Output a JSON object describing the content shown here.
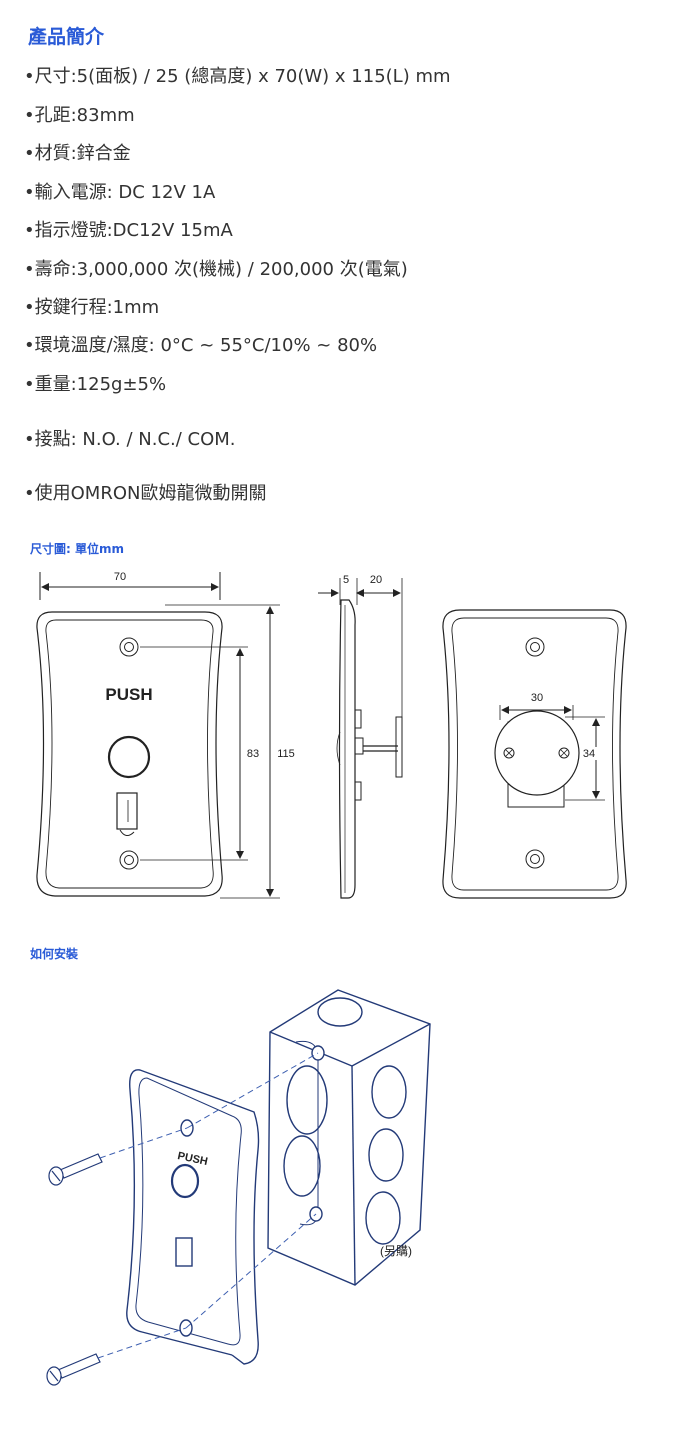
{
  "intro": {
    "title": "產品簡介",
    "specs": [
      "•尺寸:5(面板) / 25 (總高度) x 70(W) x 115(L) mm",
      "•孔距:83mm",
      "•材質:鋅合金",
      "•輸入電源: DC 12V 1A",
      "•指示燈號:DC12V 15mA",
      "•壽命:3,000,000 次(機械)  /  200,000 次(電氣)",
      "•按鍵行程:1mm",
      "•環境溫度/濕度: 0°C ~ 55°C/10% ~ 80%",
      "•重量:125g±5%",
      "•接點: N.O. / N.C./ COM.",
      "•使用OMRON歐姆龍微動開關"
    ]
  },
  "dimension_drawing": {
    "label": "尺寸圖: 單位mm",
    "width_label": "70",
    "hole_distance_label": "83",
    "height_label": "115",
    "panel_thickness_label": "5",
    "depth_label": "20",
    "box_width_label": "30",
    "box_height_label": "34",
    "button_text": "PUSH"
  },
  "installation": {
    "label": "如何安裝",
    "button_text": "PUSH",
    "note": "(另購)"
  }
}
